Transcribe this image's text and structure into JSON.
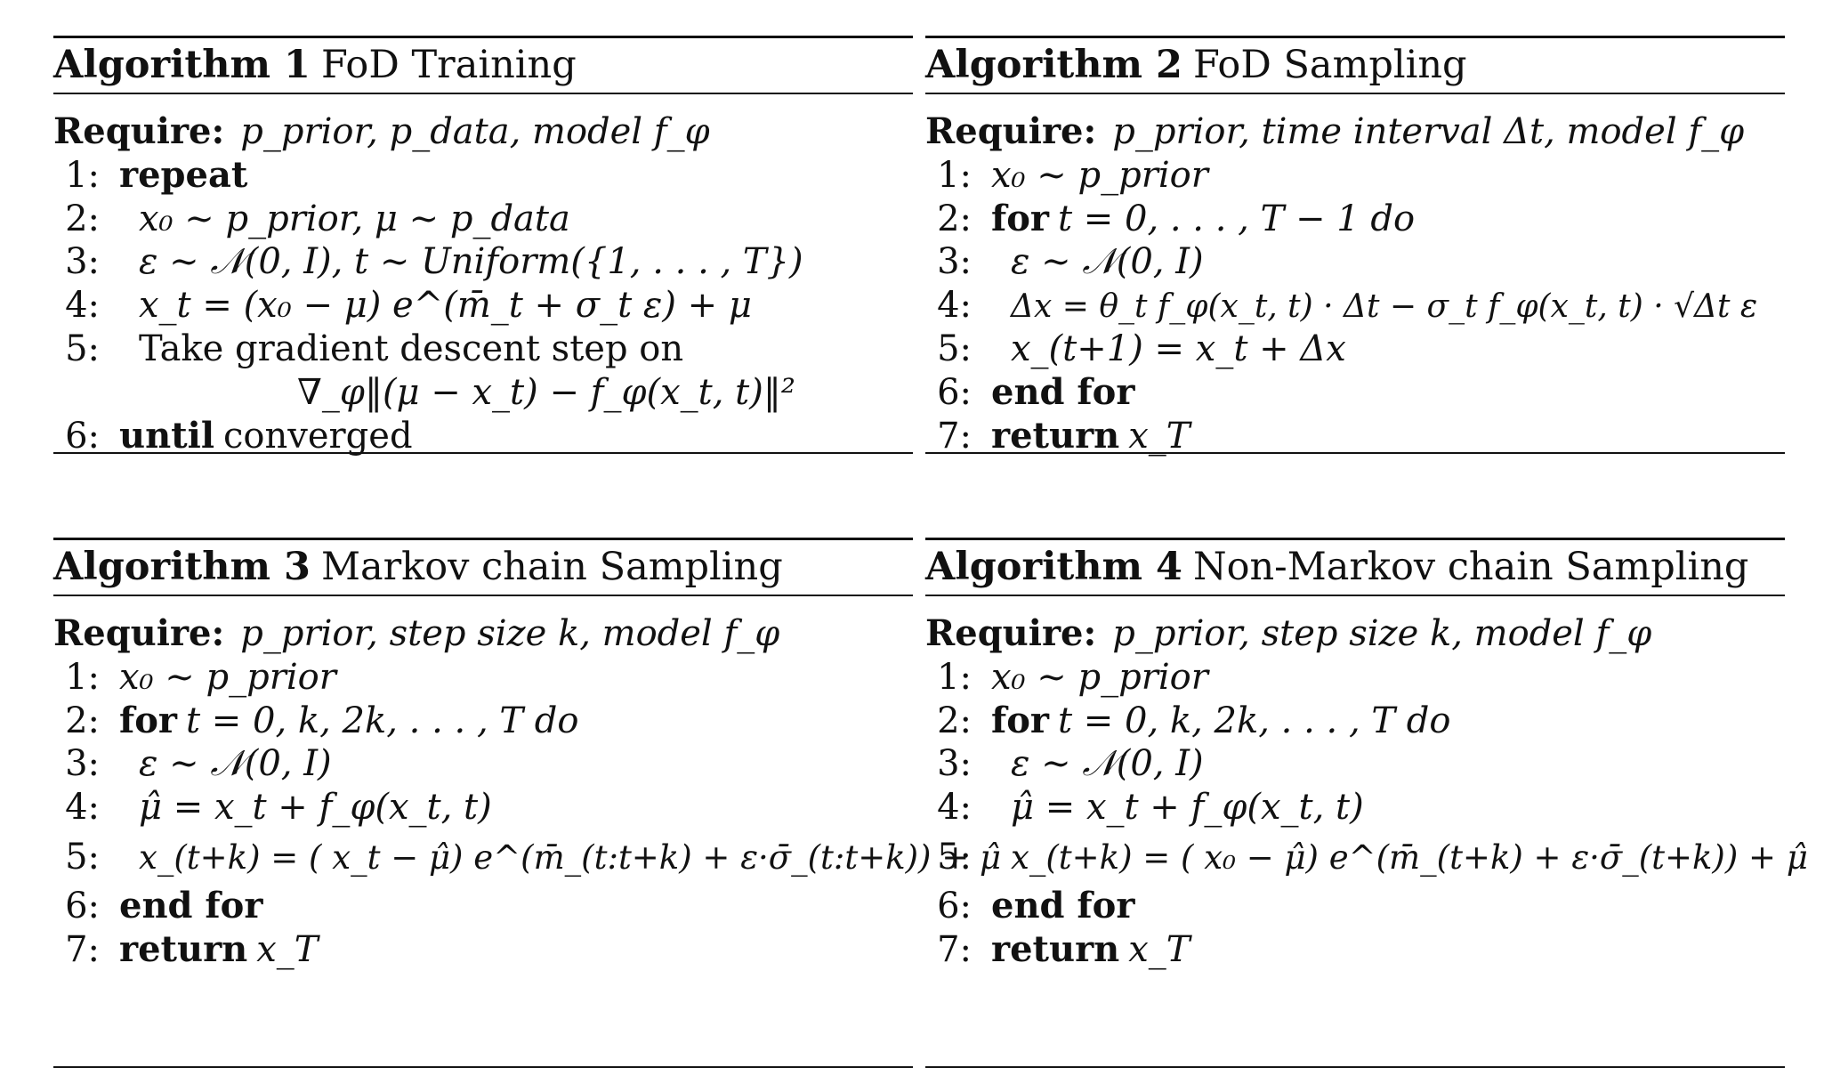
{
  "algorithms": [
    {
      "number": "Algorithm 1",
      "title": "FoD Training",
      "require_label": "Require:",
      "require": "p_prior, p_data, model f_φ",
      "lines": [
        {
          "no": "1:",
          "keyword": "repeat",
          "text": "",
          "indent": 0
        },
        {
          "no": "2:",
          "keyword": "",
          "text": "x₀ ∼ p_prior, μ ∼ p_data",
          "indent": 1
        },
        {
          "no": "3:",
          "keyword": "",
          "text": "ε ∼ 𝒩(0, I), t ∼ Uniform({1, . . . , T})",
          "indent": 1
        },
        {
          "no": "4:",
          "keyword": "",
          "text": "x_t = (x₀ − μ) e^(m̄_t + σ_t ε) + μ",
          "indent": 1
        },
        {
          "no": "5:",
          "keyword": "",
          "text": "Take gradient descent step on",
          "indent": 1
        },
        {
          "no": "",
          "keyword": "",
          "text": "∇_φ‖(μ − x_t) − f_φ(x_t, t)‖²",
          "indent": 2
        },
        {
          "no": "6:",
          "keyword": "until",
          "text": "converged",
          "indent": 0
        }
      ]
    },
    {
      "number": "Algorithm 2",
      "title": "FoD Sampling",
      "require_label": "Require:",
      "require": "p_prior, time interval Δt, model f_φ",
      "lines": [
        {
          "no": "1:",
          "keyword": "",
          "text": "x₀ ∼ p_prior",
          "indent": 0
        },
        {
          "no": "2:",
          "keyword": "for",
          "text": "t = 0, . . . , T − 1 do",
          "indent": 0
        },
        {
          "no": "3:",
          "keyword": "",
          "text": "ε ∼ 𝒩(0, I)",
          "indent": 1
        },
        {
          "no": "4:",
          "keyword": "",
          "text": "Δx = θ_t f_φ(x_t, t) · Δt − σ_t f_φ(x_t, t) · √Δt ε",
          "indent": 1
        },
        {
          "no": "5:",
          "keyword": "",
          "text": "x_(t+1) = x_t + Δx",
          "indent": 1
        },
        {
          "no": "6:",
          "keyword": "end for",
          "text": "",
          "indent": 0
        },
        {
          "no": "7:",
          "keyword": "return",
          "text": "x_T",
          "indent": 0
        }
      ]
    },
    {
      "number": "Algorithm 3",
      "title": "Markov chain Sampling",
      "require_label": "Require:",
      "require": "p_prior, step size k, model f_φ",
      "lines": [
        {
          "no": "1:",
          "keyword": "",
          "text": "x₀ ∼ p_prior",
          "indent": 0
        },
        {
          "no": "2:",
          "keyword": "for",
          "text": "t = 0, k, 2k, . . . , T do",
          "indent": 0
        },
        {
          "no": "3:",
          "keyword": "",
          "text": "ε ∼ 𝒩(0, I)",
          "indent": 1
        },
        {
          "no": "4:",
          "keyword": "",
          "text": "μ̂ = x_t + f_φ(x_t, t)",
          "indent": 1
        },
        {
          "no": "5:",
          "keyword": "",
          "text": "x_(t+k) = ( x_t − μ̂) e^(m̄_(t:t+k) + ε·σ̄_(t:t+k)) + μ̂",
          "indent": 1
        },
        {
          "no": "6:",
          "keyword": "end for",
          "text": "",
          "indent": 0
        },
        {
          "no": "7:",
          "keyword": "return",
          "text": "x_T",
          "indent": 0
        }
      ]
    },
    {
      "number": "Algorithm 4",
      "title": "Non-Markov chain Sampling",
      "require_label": "Require:",
      "require": "p_prior, step size k, model f_φ",
      "lines": [
        {
          "no": "1:",
          "keyword": "",
          "text": "x₀ ∼ p_prior",
          "indent": 0
        },
        {
          "no": "2:",
          "keyword": "for",
          "text": "t = 0, k, 2k, . . . , T do",
          "indent": 0
        },
        {
          "no": "3:",
          "keyword": "",
          "text": "ε ∼ 𝒩(0, I)",
          "indent": 1
        },
        {
          "no": "4:",
          "keyword": "",
          "text": "μ̂ = x_t + f_φ(x_t, t)",
          "indent": 1
        },
        {
          "no": "5:",
          "keyword": "",
          "text": "x_(t+k) = ( x₀ − μ̂) e^(m̄_(t+k) + ε·σ̄_(t+k)) + μ̂",
          "indent": 1
        },
        {
          "no": "6:",
          "keyword": "end for",
          "text": "",
          "indent": 0
        },
        {
          "no": "7:",
          "keyword": "return",
          "text": "x_T",
          "indent": 0
        }
      ]
    }
  ]
}
